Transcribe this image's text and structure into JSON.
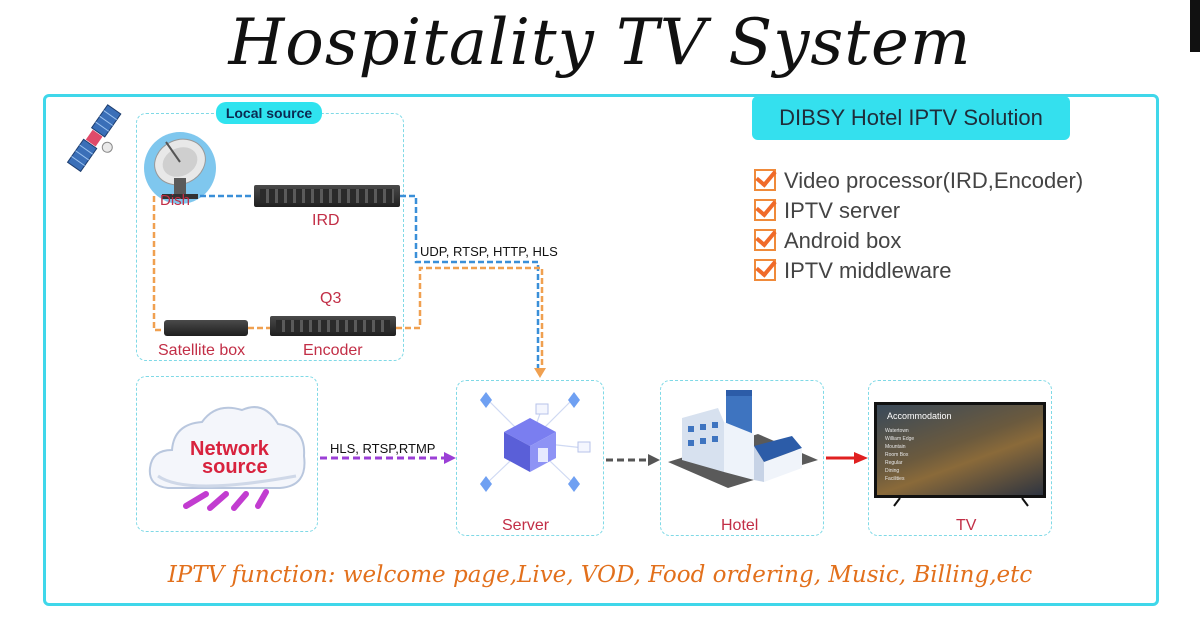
{
  "title": "Hospitality TV System",
  "local_source_label": "Local source",
  "solution_title": "DIBSY Hotel IPTV Solution",
  "features": [
    "Video processor(IRD,Encoder)",
    "IPTV server",
    "Android box",
    "IPTV middleware"
  ],
  "nodes": {
    "dish": "Dish",
    "ird": "IRD",
    "q3": "Q3",
    "satellite_box": "Satellite box",
    "encoder": "Encoder",
    "network_source_line1": "Network",
    "network_source_line2": "source",
    "server": "Server",
    "hotel": "Hotel",
    "tv": "TV"
  },
  "protocols": {
    "local": "UDP, RTSP, HTTP, HLS",
    "network": "HLS, RTSP,RTMP"
  },
  "tv_screen": {
    "heading": "Accommodation",
    "items": [
      "Watertown",
      "William Edge",
      "Mountain",
      "Room Box",
      "Regular",
      "Dining",
      "Facilities"
    ]
  },
  "footer": "IPTV function: welcome page,Live, VOD, Food ordering, Music, Billing,etc",
  "colors": {
    "accent_cyan": "#3fd7ea",
    "label_red": "#c22e46",
    "footer_orange": "#e2701c",
    "arrow_purple": "#9b3fd6",
    "arrow_red": "#e02020",
    "line_blue": "#3a8fd8",
    "line_orange": "#f0a050"
  }
}
